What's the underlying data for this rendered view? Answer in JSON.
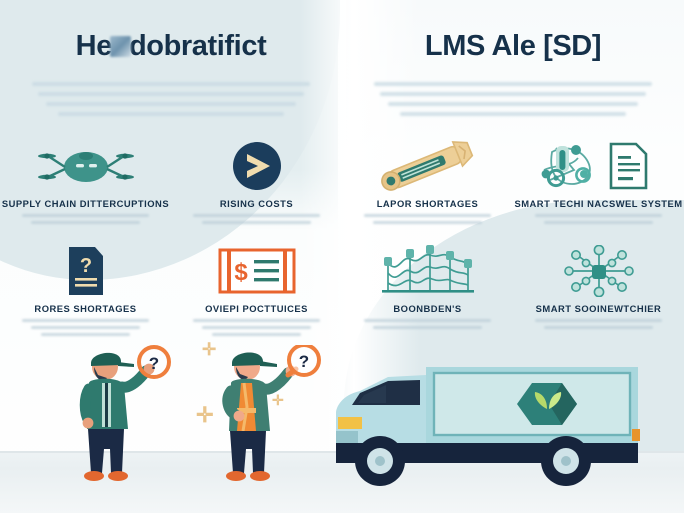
{
  "poster": {
    "background_color": "#ffffff",
    "accent_blue": "#dfeaed",
    "title_color": "#16314a",
    "teal": "#2f8f86",
    "orange": "#e8743a",
    "cream": "#f0dcae"
  },
  "left": {
    "title": "He",
    "title_tail": "dobratifict",
    "cards": [
      {
        "label": "SUPPLY CHAIN DITTERCUPTIONS",
        "icon": "drone-icon",
        "icon_color": "#2f8f86"
      },
      {
        "label": "RISING COSTS",
        "icon": "arrow-circle-icon",
        "icon_color": "#16314a"
      },
      {
        "label": "RORES SHORTAGES",
        "icon": "document-question-icon",
        "icon_color": "#1d3f5c"
      },
      {
        "label": "OVIEPI POCTTUICES",
        "icon": "invoice-dollar-icon",
        "icon_color": "#e8642e"
      }
    ]
  },
  "right": {
    "title": "LMS Ale [SD]",
    "cards": [
      {
        "label": "LAPOR SHORTAGES",
        "icon": "wrench-tool-icon",
        "icon_color": "#e8c98d"
      },
      {
        "label": "SMART TECHI NACSWEL SYSTEM",
        "icon": "network-document-icon",
        "icon_color": "#2f8f86"
      },
      {
        "label": "BOONBDEN'S",
        "icon": "lattice-network-icon",
        "icon_color": "#3f9c93"
      },
      {
        "label": "SMART SOOINEWTCHIER",
        "icon": "molecule-icon",
        "icon_color": "#2f8f86"
      }
    ]
  },
  "scene": {
    "worker_one": {
      "name": "worker-with-question-badge",
      "jacket_color": "#2f7a6e",
      "pants_color": "#1b2a45",
      "shoe_color": "#e2672f",
      "badge_symbol": "?"
    },
    "worker_two": {
      "name": "worker-with-magnifier",
      "jacket_color": "#3f7f72",
      "vest_color": "#f08a34",
      "pants_color": "#1b2a45",
      "shoe_color": "#e2672f",
      "badge_symbol": "?"
    },
    "truck": {
      "name": "delivery-truck",
      "body_color": "#b7dde4",
      "box_color": "#a9d7dd",
      "chassis_color": "#16243c",
      "logo": "leaf-hexagon-logo",
      "logo_color": "#2d8079",
      "headlight_color": "#f2c145"
    },
    "sparkles": [
      "+",
      "+",
      "+",
      "+"
    ]
  }
}
